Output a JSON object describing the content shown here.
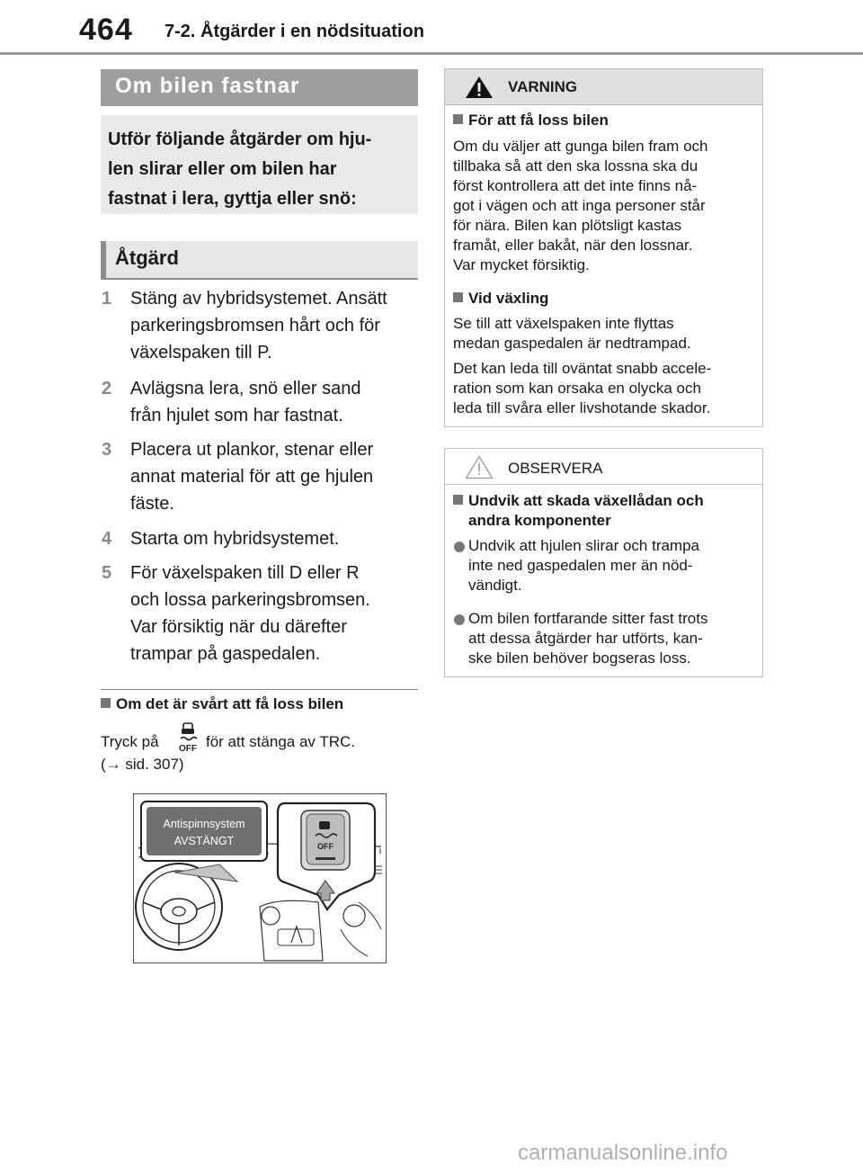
{
  "header": {
    "page_number": "464",
    "section": "7-2. Åtgärder i en nödsituation"
  },
  "left": {
    "title": "Om bilen fastnar",
    "intro": [
      "Utför följande åtgärder om hju-",
      "len slirar eller om bilen har",
      "fastnat i lera, gyttja eller snö:"
    ],
    "atgard_heading": "Åtgärd",
    "steps": [
      {
        "num": "1",
        "lines": [
          "Stäng av hybridsystemet. Ansätt",
          "parkeringsbromsen hårt och för",
          "växelspaken till P."
        ]
      },
      {
        "num": "2",
        "lines": [
          "Avlägsna lera, snö eller sand",
          "från hjulet som har fastnat."
        ]
      },
      {
        "num": "3",
        "lines": [
          "Placera ut plankor, stenar eller",
          "annat material för att ge hjulen",
          "fäste."
        ]
      },
      {
        "num": "4",
        "lines": [
          "Starta om hybridsystemet."
        ]
      },
      {
        "num": "5",
        "lines": [
          "För växelspaken till D eller R",
          "och lossa parkeringsbromsen.",
          "Var försiktig när du därefter",
          "trampar på gaspedalen."
        ]
      }
    ],
    "sub_heading": "Om det är svårt att få loss bilen",
    "tryck_pa": "Tryck på",
    "tryck_rest": "för att stänga av TRC.",
    "ref": "(→ sid. 307)",
    "icon_off_text": "OFF",
    "illustration": {
      "msg_line1": "Antispinnsystem",
      "msg_line2": "AVSTÄNGT",
      "button_text": "OFF"
    }
  },
  "warning": {
    "title": "VARNING",
    "sub1": "För att få loss bilen",
    "para1": [
      "Om du väljer att gunga bilen fram och",
      "tillbaka så att den ska lossna ska du",
      "först kontrollera att det inte finns nå-",
      "got i vägen och att inga personer står",
      "för nära. Bilen kan plötsligt kastas",
      "framåt, eller bakåt, när den lossnar.",
      "Var mycket försiktig."
    ],
    "sub2": "Vid växling",
    "para2": [
      "Se till att växelspaken inte flyttas",
      "medan gaspedalen är nedtrampad."
    ],
    "para3": [
      "Det kan leda till oväntat snabb accele-",
      "ration som kan orsaka en olycka och",
      "leda till svåra eller livshotande skador."
    ]
  },
  "notice": {
    "title": "OBSERVERA",
    "sub_lines": [
      "Undvik att skada växellådan och",
      "andra komponenter"
    ],
    "bullet1": [
      "Undvik att hjulen slirar och trampa",
      "inte ned gaspedalen mer än nöd-",
      "vändigt."
    ],
    "bullet2": [
      "Om bilen fortfarande sitter fast trots",
      "att dessa åtgärder har utförts, kan-",
      "ske bilen behöver bogseras loss."
    ]
  },
  "watermark": "carmanualsonline.info"
}
